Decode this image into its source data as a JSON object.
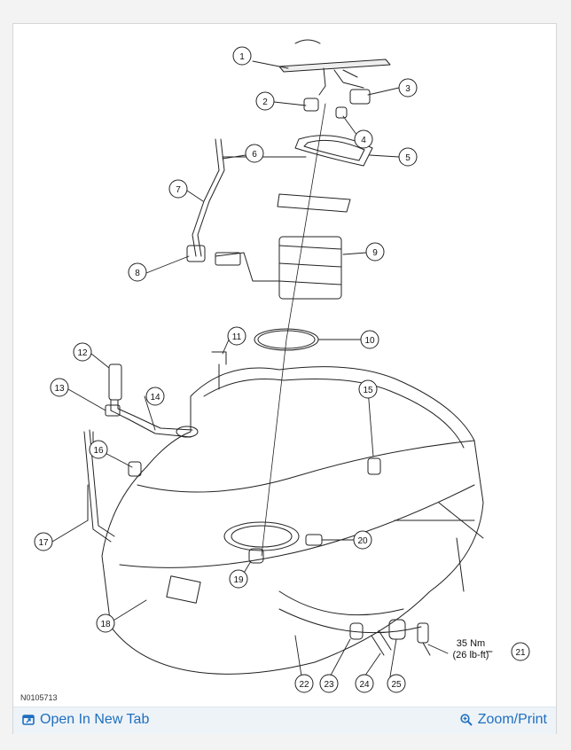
{
  "callouts": [
    {
      "n": "1"
    },
    {
      "n": "2"
    },
    {
      "n": "3"
    },
    {
      "n": "4"
    },
    {
      "n": "5"
    },
    {
      "n": "6"
    },
    {
      "n": "7"
    },
    {
      "n": "8"
    },
    {
      "n": "9"
    },
    {
      "n": "10"
    },
    {
      "n": "11"
    },
    {
      "n": "12"
    },
    {
      "n": "13"
    },
    {
      "n": "14"
    },
    {
      "n": "15"
    },
    {
      "n": "16"
    },
    {
      "n": "17"
    },
    {
      "n": "18"
    },
    {
      "n": "19"
    },
    {
      "n": "20"
    },
    {
      "n": "21"
    },
    {
      "n": "22"
    },
    {
      "n": "23"
    },
    {
      "n": "24"
    },
    {
      "n": "25"
    }
  ],
  "torque": {
    "line1": "35 Nm",
    "line2": "(26 lb-ft)"
  },
  "figure_id": "N0105713",
  "footer": {
    "open_tab": "Open In New Tab",
    "zoom_print": "Zoom/Print",
    "open_tab_icon": "new-tab-icon",
    "zoom_icon": "zoom-icon"
  },
  "colors": {
    "link": "#1f6fbf",
    "line": "#222222",
    "footer_bg": "#eef3f7"
  }
}
